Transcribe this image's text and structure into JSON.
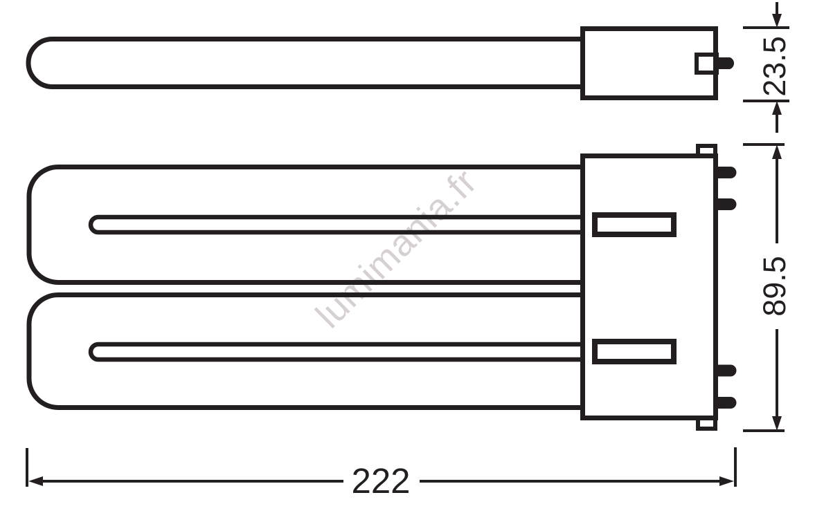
{
  "dimensions": {
    "side_view_height": "23.5",
    "front_view_height": "89.5",
    "overall_length": "222"
  },
  "watermark": {
    "text": "lumimania.fr",
    "color": "#d7d0d0"
  },
  "colors": {
    "line": "#231f20",
    "background": "#ffffff"
  }
}
